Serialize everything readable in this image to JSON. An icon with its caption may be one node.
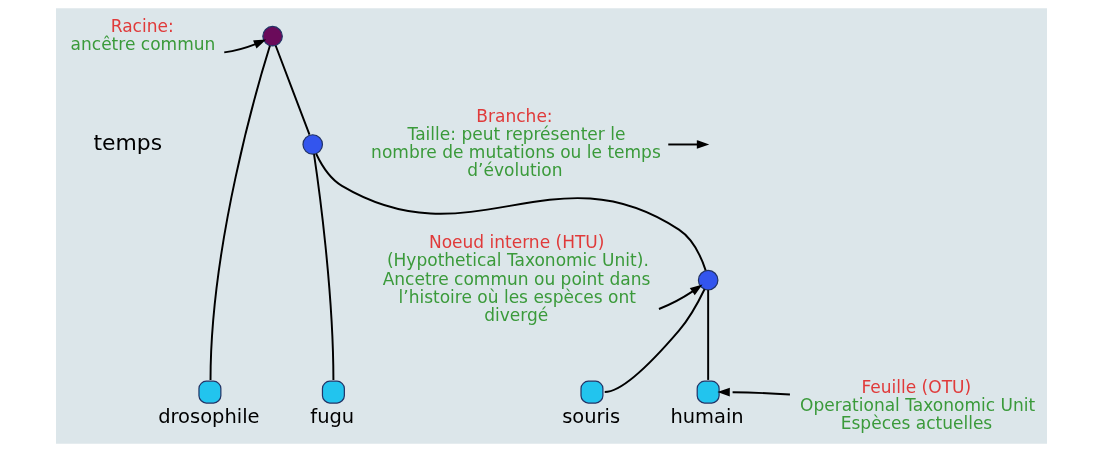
{
  "diagram": {
    "nodes": [
      {
        "text": [],
        "shape": "circle"
      },
      {
        "text": [
          "Racine:",
          "ancêtre commun"
        ]
      },
      {
        "text": [
          "Branche:",
          "Taille: peut représenter le nombre de mutations ou le temps d’évolution"
        ]
      },
      {
        "text": [],
        "shape": "circle"
      },
      {
        "text": [],
        "shape": "circle"
      },
      {
        "text": [
          "Noeud interne (HTU)",
          "(Hypothetical Taxonomic Unit). Ancetre commun ou point dans l’histoire où les espèces ont divergé"
        ]
      },
      {
        "text": [],
        "shape": "circle",
        "beside": [
          "drosophile"
        ]
      },
      {
        "text": [],
        "shape": "circle",
        "beside": [
          "fugu"
        ]
      },
      {
        "text": [],
        "shape": "circle",
        "beside": [
          "souris"
        ]
      },
      {
        "text": [],
        "shape": "circle",
        "beside": [
          "humain"
        ]
      },
      {
        "text": [
          "Feuille (OTU)",
          "Operational Taxonomic Unit",
          "Espèces actuelles"
        ]
      }
    ],
    "edges": [
      {
        "from": 0,
        "to": 6,
        "arrow": "none"
      },
      {
        "from": 0,
        "to": 3,
        "arrow": "none"
      },
      {
        "from": 3,
        "to": 7,
        "arrow": "none"
      },
      {
        "from": 3,
        "to": 4,
        "arrow": "none"
      },
      {
        "from": 4,
        "to": 8,
        "arrow": "none"
      },
      {
        "from": 4,
        "to": 9,
        "arrow": "none"
      },
      {
        "from": 1,
        "to": 0,
        "arrow": "to"
      },
      {
        "from": 2,
        "to": null,
        "arrow": "to"
      },
      {
        "from": 5,
        "to": 4,
        "arrow": "to"
      },
      {
        "from": 10,
        "to": 9,
        "arrow": "to"
      }
    ],
    "labels": [
      "temps"
    ]
  }
}
